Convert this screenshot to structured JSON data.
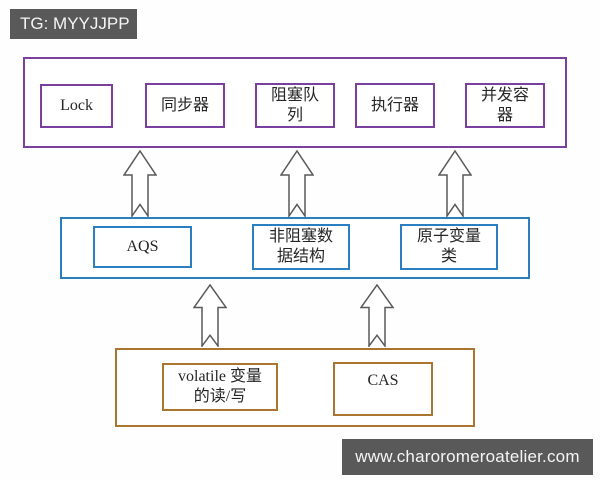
{
  "badge": {
    "text": "TG: MYYJJPP"
  },
  "watermark": {
    "text": "www.charoromeroatelier.com"
  },
  "colors": {
    "top_layer_border": "#7b3f9e",
    "middle_layer_border": "#2b7fc0",
    "bottom_layer_border": "#a9752f",
    "chip_background": "#595959",
    "arrow_outline": "#595959"
  },
  "diagram": {
    "top_layer": {
      "items": [
        "Lock",
        "同步器",
        "阻塞队列",
        "执行器",
        "并发容器"
      ]
    },
    "middle_layer": {
      "items": [
        "AQS",
        "非阻塞数据结构",
        "原子变量类"
      ]
    },
    "bottom_layer": {
      "items": [
        "volatile 变量的读/写",
        "CAS"
      ]
    }
  }
}
